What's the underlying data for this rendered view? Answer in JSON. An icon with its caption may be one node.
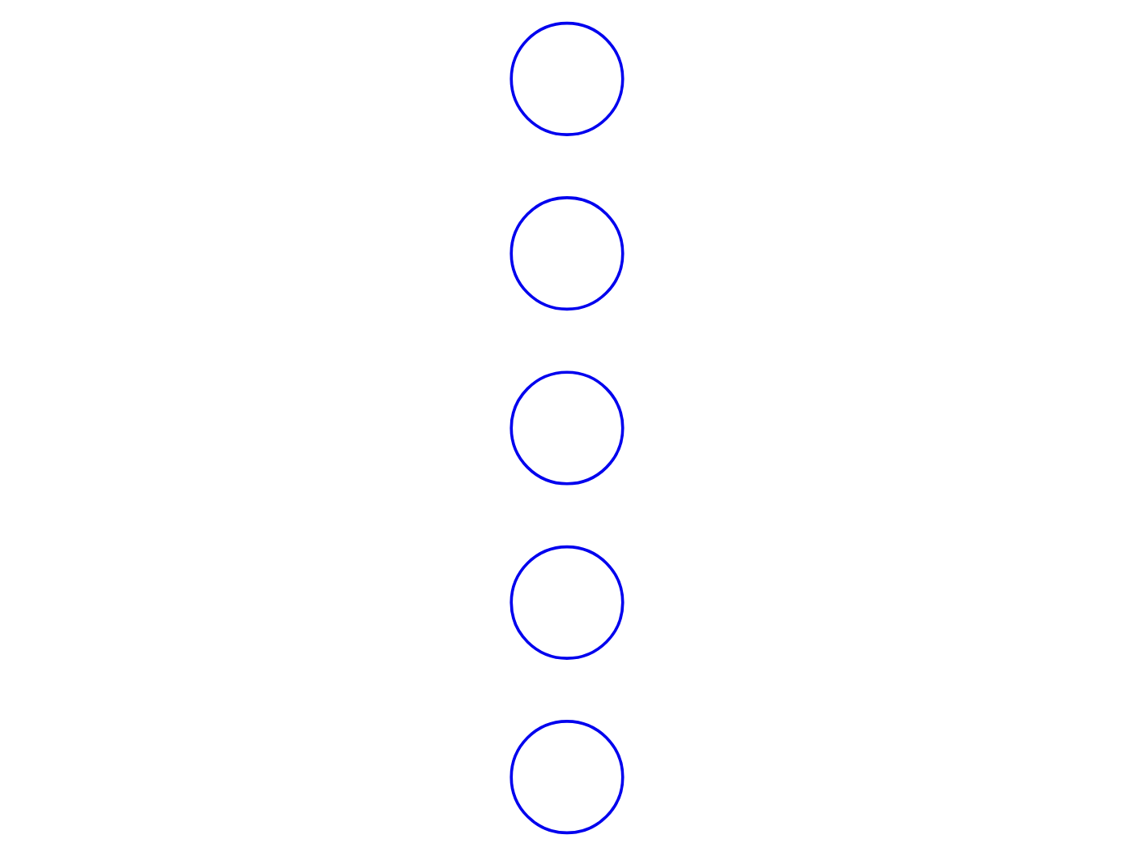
{
  "diagram": {
    "nodes": [
      {
        "text": [],
        "shape": "circle"
      },
      {
        "text": [],
        "shape": "circle"
      },
      {
        "text": [],
        "shape": "circle"
      },
      {
        "text": [],
        "shape": "circle"
      },
      {
        "text": [],
        "shape": "circle"
      }
    ]
  }
}
